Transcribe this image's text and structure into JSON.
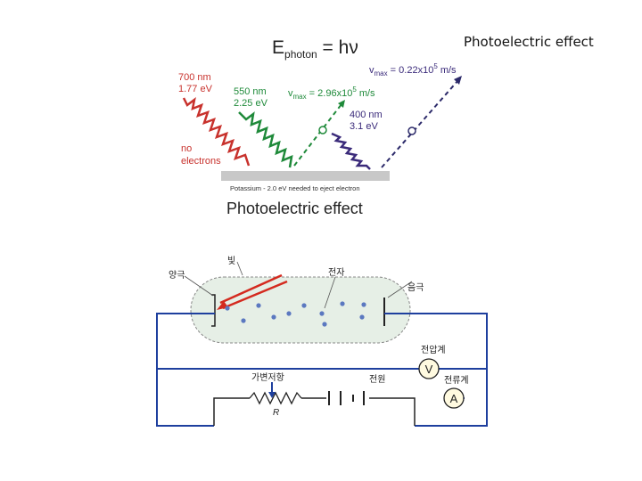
{
  "slide_title": "Photoelectric effect",
  "top_diagram": {
    "equation_main": "E",
    "equation_sub": "photon",
    "equation_rest": " = hν",
    "wave_red": {
      "line1": "700 nm",
      "line2": "1.77 eV",
      "note1": "no",
      "note2": "electrons",
      "color": "#c8322d"
    },
    "wave_green": {
      "line1": "550 nm",
      "line2": "2.25 eV",
      "color": "#1f8a3a"
    },
    "wave_purple": {
      "line1": "400 nm",
      "line2": "3.1 eV",
      "color": "#3a2a7a"
    },
    "vmax_green": {
      "v": "v",
      "sub": "max",
      "eq": " = 2.96x10",
      "exp": "5",
      "unit": " m/s"
    },
    "vmax_blue": {
      "v": "v",
      "sub": "max",
      "eq": " = 0.22x10",
      "exp": "5",
      "unit": " m/s"
    },
    "plate_label": "Potassium - 2.0 eV needed to eject electron",
    "subtitle": "Photoelectric effect"
  },
  "circuit": {
    "label_light": "빛",
    "label_anode": "양극",
    "label_electron": "전자",
    "label_cathode": "음극",
    "label_voltmeter": "전압계",
    "label_rheostat": "가변저항",
    "label_source": "전원",
    "label_ammeter": "전류계",
    "voltmeter_symbol": "V",
    "ammeter_symbol": "A",
    "resistor_symbol": "R"
  }
}
